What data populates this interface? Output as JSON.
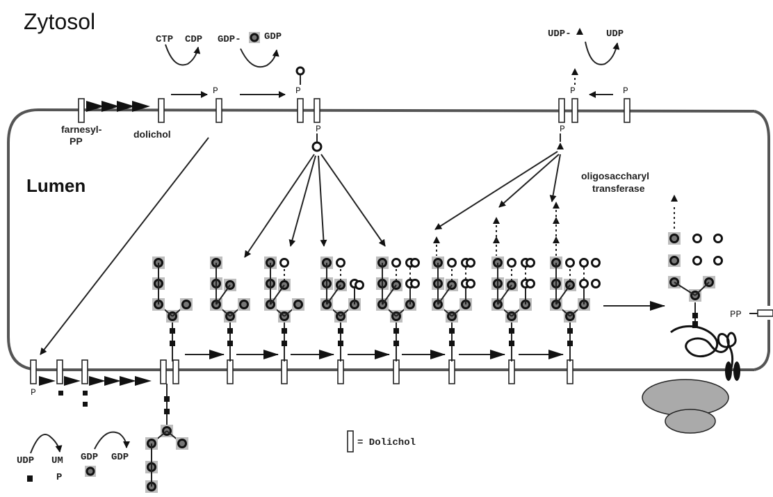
{
  "compartments": {
    "cytosol": "Zytosol",
    "lumen": "Lumen"
  },
  "labels": {
    "farnesyl_1": "farnesyl-",
    "farnesyl_2": "PP",
    "dolichol": "dolichol",
    "ost_1": "oligosaccharyl",
    "ost_2": "transferase",
    "pp": "PP",
    "p": "P"
  },
  "cofactors": {
    "ctp": "CTP",
    "cdp": "CDP",
    "gdp_man": "GDP-",
    "gdp": "GDP",
    "udp_glc": "UDP-",
    "udp": "UDP",
    "udp_bottom": "UDP",
    "um": "UM",
    "um_p": "P",
    "gdp_b1": "GDP",
    "gdp_b2": "GDP"
  },
  "legend": {
    "text": "= Dolichol"
  },
  "colors": {
    "mannose": "#777777",
    "mannose_shade": "#bdbdbd",
    "glcnac": "#111111",
    "glucose": "#ffffff",
    "membrane": "#555555",
    "ribosome": "#aaaaaa"
  }
}
